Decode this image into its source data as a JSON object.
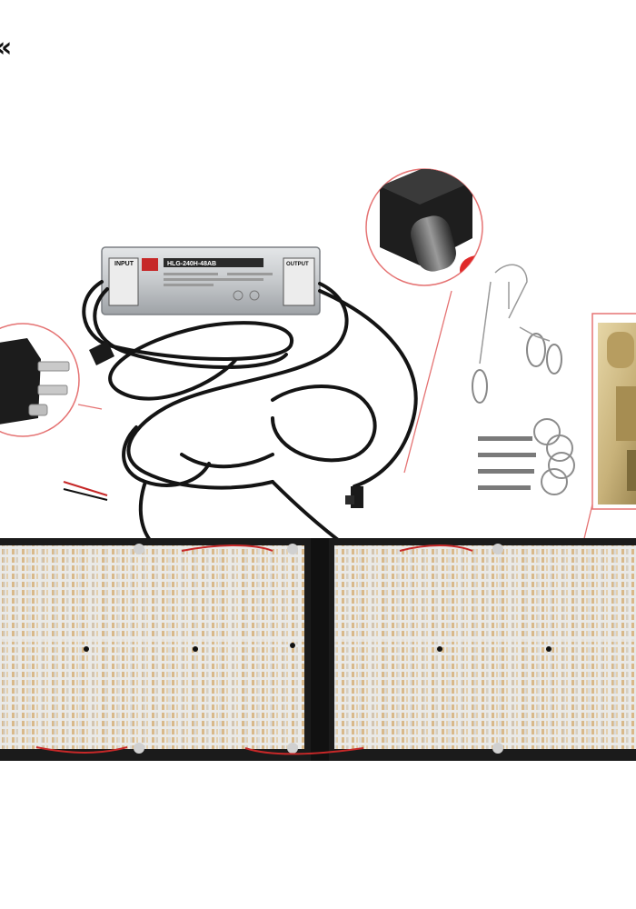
{
  "nav": {
    "close_glyph": "«"
  },
  "driver": {
    "input_label": "INPUT",
    "output_label": "OUTPUT",
    "model_text": "HLG-240H-48AB"
  },
  "colors": {
    "background": "#ffffff",
    "frame": "#1b1b1b",
    "panel": "#e9e9e7",
    "led_warm": "#d9b98a",
    "led_cool": "#cfcfcd",
    "driver_body": "#c9cccf",
    "callout_ring": "#e57373",
    "knob_red": "#e02a2a",
    "cable": "#141414",
    "wire_red": "#c62828",
    "brass": "#c8b27a"
  },
  "icons": {
    "close": "double-chevron-left-icon"
  }
}
